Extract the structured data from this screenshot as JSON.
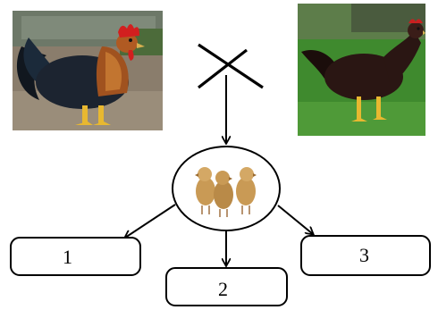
{
  "images": {
    "parent_left": "rooster-icon",
    "parent_right": "hen-icon",
    "offspring": "chicks-icon"
  },
  "symbols": {
    "cross": "cross-icon"
  },
  "offspring_boxes": [
    {
      "label": "1"
    },
    {
      "label": "2"
    },
    {
      "label": "3"
    }
  ],
  "colors": {
    "line": "#000000",
    "grass": "#3f8a2e",
    "ground": "#8a7d6c",
    "rooster_body": "#1c2430",
    "rooster_neck": "#a0521f",
    "rooster_comb": "#d21f1f",
    "hen_body": "#2a1613",
    "legs": "#e8b830",
    "chick": "#c99a55"
  }
}
